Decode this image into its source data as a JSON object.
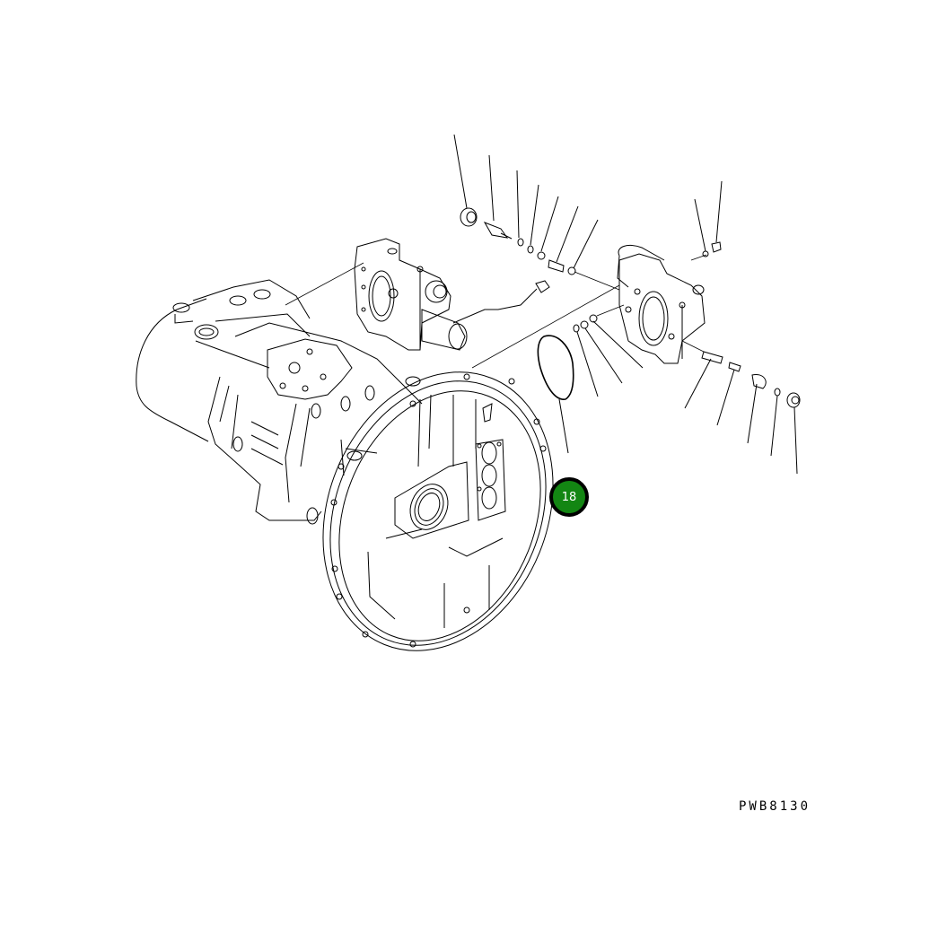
{
  "diagram": {
    "type": "exploded-parts-diagram",
    "subject": "hydraulic pump assembly",
    "drawing_code": "PWB8130",
    "callouts": [
      {
        "number": "18",
        "color": "#138613",
        "border_color": "#000000",
        "part": "o-ring (gasket loop)"
      }
    ],
    "leader_lines_count": 16
  }
}
